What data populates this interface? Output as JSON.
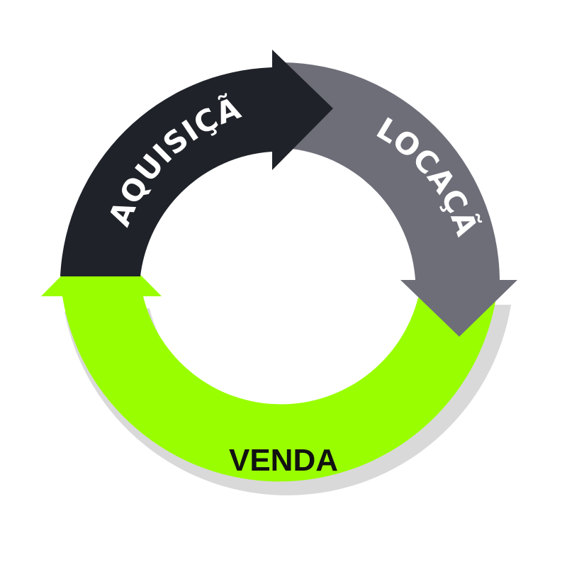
{
  "diagram": {
    "stages": [
      {
        "id": "aquisicao",
        "label": "AQUISIÇÃO",
        "fill": "#1f2329",
        "text_color": "#ffffff"
      },
      {
        "id": "locacao",
        "label": "LOCAÇÃO",
        "fill": "#6e6e79",
        "text_color": "#ffffff"
      },
      {
        "id": "venda",
        "label": "VENDA",
        "fill": "#99ff00",
        "text_color": "#111111"
      }
    ],
    "shadow_color": "#d9d9d9"
  }
}
